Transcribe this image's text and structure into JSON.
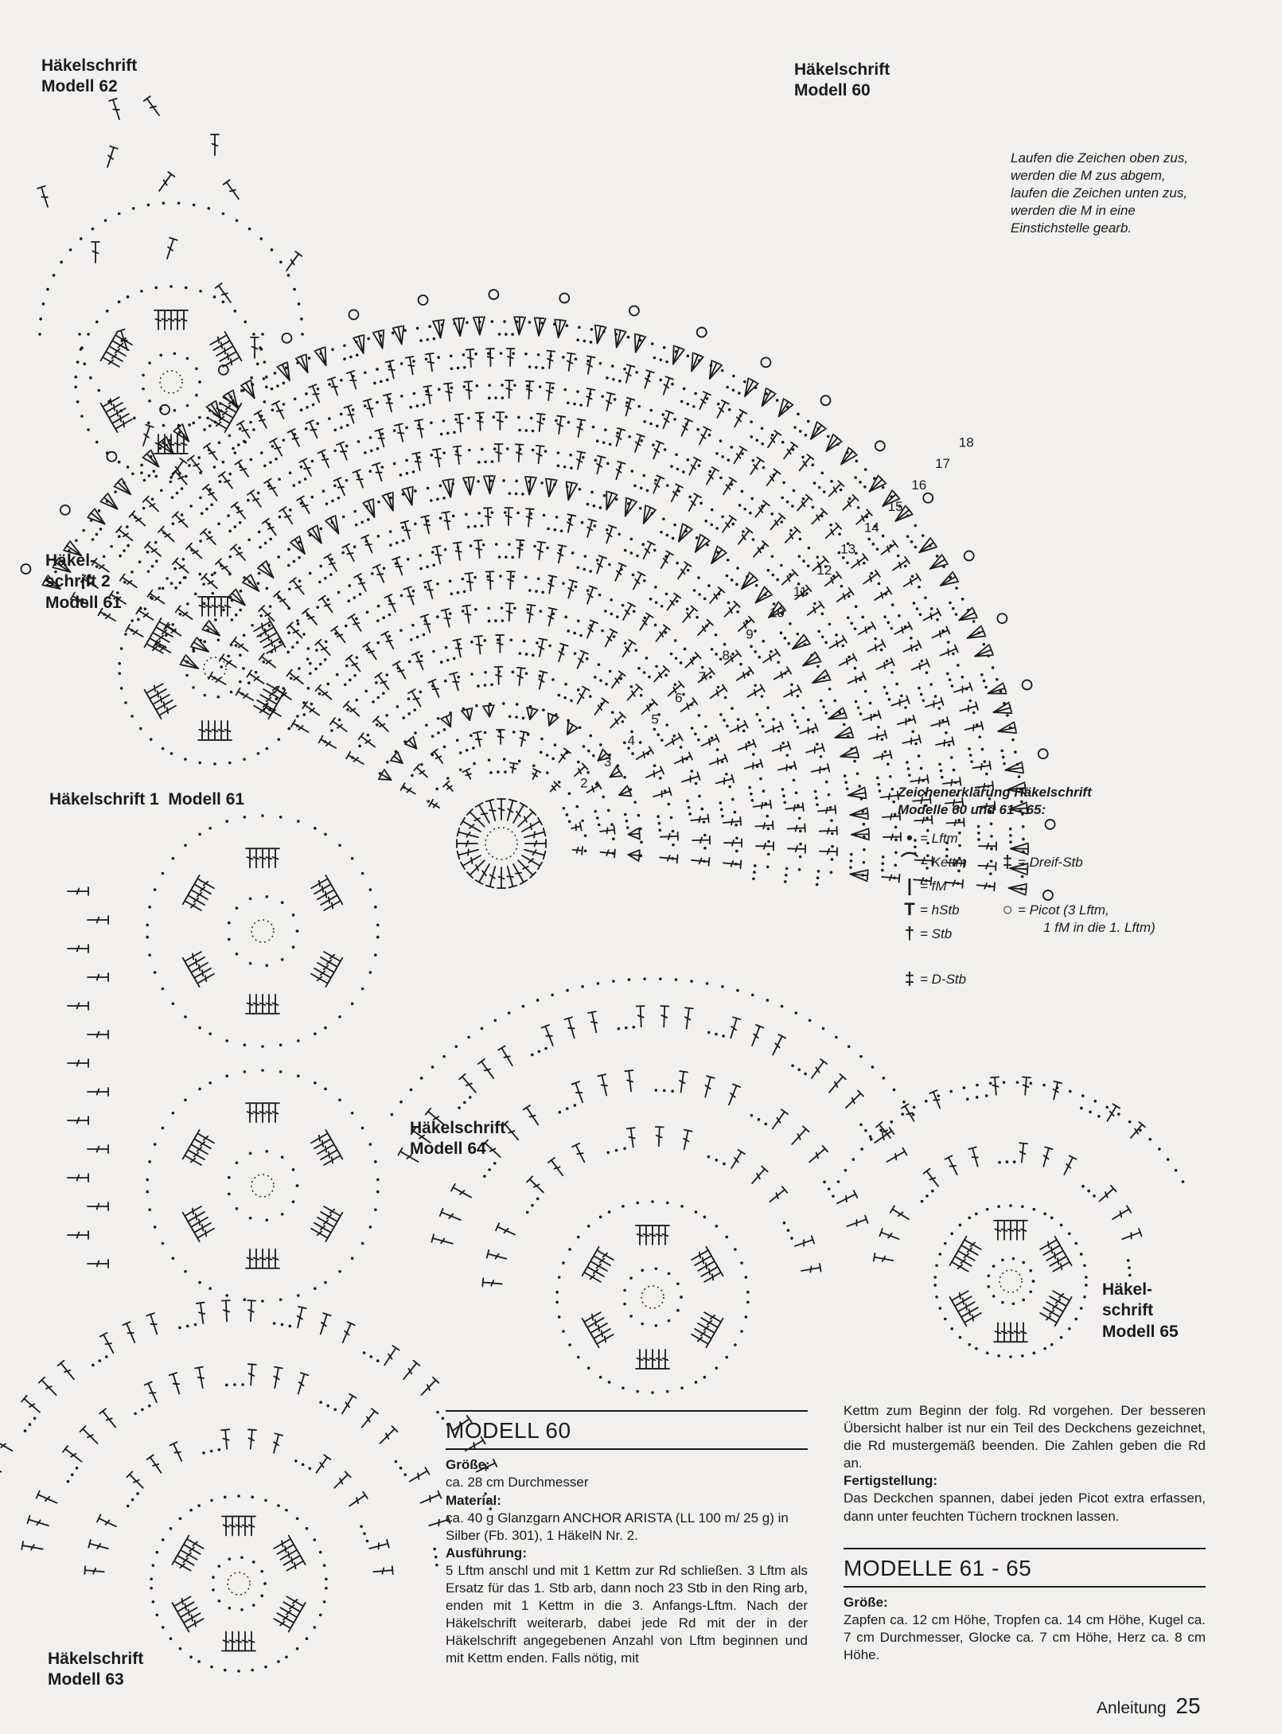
{
  "charts": {
    "m62": {
      "line1": "Häkelschrift",
      "line2": "Modell 62"
    },
    "m60": {
      "line1": "Häkelschrift",
      "line2": "Modell 60"
    },
    "m61b": {
      "line1": "Häkel-",
      "line2": "schrift 2",
      "line3": "Modell 61"
    },
    "m61a": {
      "line1": "Häkelschrift 1  Modell 61"
    },
    "m64": {
      "line1": "Häkelschrift",
      "line2": "Modell 64"
    },
    "m65": {
      "line1": "Häkel-",
      "line2": "schrift",
      "line3": "Modell 65"
    },
    "m63": {
      "line1": "Häkelschrift",
      "line2": "Modell 63"
    }
  },
  "note": "Laufen die Zeichen oben zus, werden die M zus abgem, laufen die Zeichen unten zus, werden die M in eine Einstichstelle gearb.",
  "legend": {
    "title_line1": "Zeichenerklärung Häkelschrift",
    "title_line2": "Modelle 60  und 61 - 65:",
    "lftm": "= Lftm",
    "kettm": "= Kettm",
    "fm": "= fM",
    "hstb": "= hStb",
    "stb": "= Stb",
    "dstb": "= D-Stb",
    "dreifstb": "= Dreif-Stb",
    "picot_line1": "= Picot (3 Lftm,",
    "picot_line2": "1 fM in die 1. Lftm)"
  },
  "round_numbers": [
    "2",
    "3",
    "4",
    "5",
    "6",
    "7",
    "8",
    "9",
    "10",
    "11",
    "12",
    "13",
    "14",
    "15",
    "16",
    "17",
    "18"
  ],
  "modell60": {
    "heading": "MODELL 60",
    "groesse_label": "Größe:",
    "groesse": "ca. 28 cm Durchmesser",
    "material_label": "Material:",
    "material": "ca. 40 g Glanzgarn ANCHOR ARISTA (LL 100 m/ 25 g) in Silber (Fb. 301), 1 HäkelN Nr. 2.",
    "ausfuehrung_label": "Ausführung:",
    "ausfuehrung": "5 Lftm anschl und mit 1 Kettm zur Rd schließen. 3 Lftm als Ersatz für das 1. Stb arb, dann noch 23 Stb in den Ring arb, enden mit 1 Kettm in die 3. Anfangs-Lftm. Nach der Häkelschrift weiterarb, dabei jede Rd mit der in der Häkelschrift angegebenen Anzahl von Lftm beginnen und mit Kettm enden. Falls nötig, mit",
    "continued": "Kettm zum Beginn der folg. Rd vorgehen. Der besseren Übersicht halber ist nur ein Teil des Deckchens gezeichnet, die Rd mustergemäß beenden. Die Zahlen geben die Rd an.",
    "fertig_label": "Fertigstellung:",
    "fertig": "Das Deckchen spannen, dabei jeden Picot extra erfassen, dann unter feuchten Tüchern trocknen lassen."
  },
  "modelle61_65": {
    "heading": "MODELLE 61 - 65",
    "groesse_label": "Größe:",
    "groesse": "Zapfen ca. 12 cm Höhe, Tropfen ca. 14 cm Höhe, Kugel ca. 7 cm Durchmesser, Glocke ca. 7 cm Höhe, Herz ca. 8 cm Höhe."
  },
  "footer": {
    "label": "Anleitung",
    "page": "25"
  }
}
